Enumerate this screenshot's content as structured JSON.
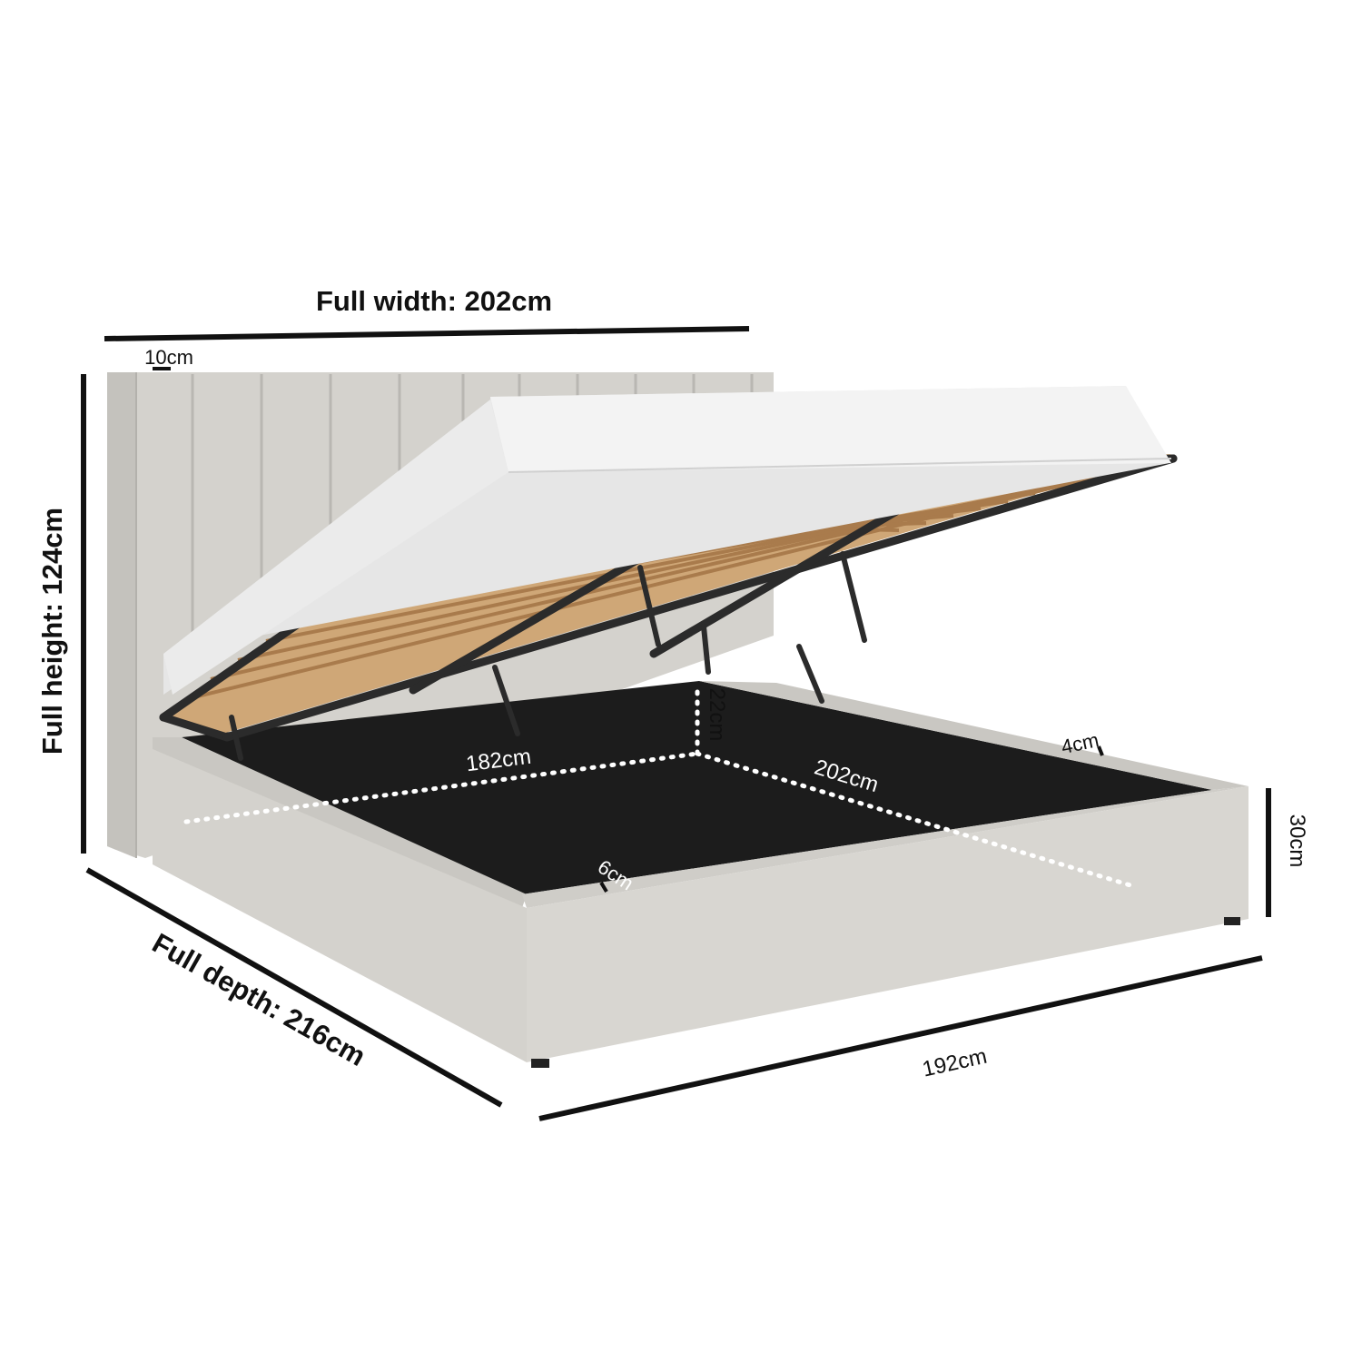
{
  "dimensions": {
    "full_width": "Full width: 202cm",
    "full_height": "Full height: 124cm",
    "full_depth": "Full depth: 216cm",
    "headboard_wing": "10cm",
    "base_width": "192cm",
    "base_height": "30cm",
    "storage_width": "182cm",
    "storage_length": "202cm",
    "storage_depth": "22cm",
    "side_rail": "4cm",
    "front_rail": "6cm"
  },
  "colors": {
    "fabric": "#d4d2cd",
    "fabric_shade": "#bdbbb6",
    "mattress": "#f2f2f2",
    "frame": "#2b2b2b",
    "slat": "#c49a6c",
    "storage_interior": "#1c1c1c",
    "line": "#111111",
    "dotted": "#ffffff"
  }
}
